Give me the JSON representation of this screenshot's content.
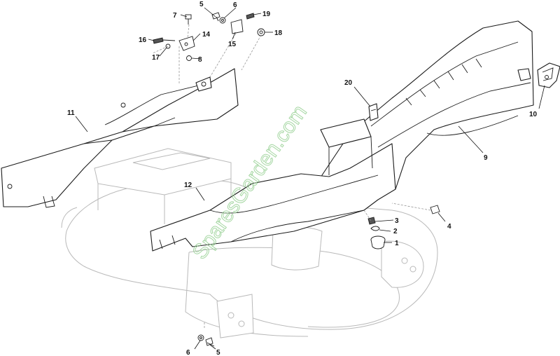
{
  "diagram": {
    "watermark": "SparesGarden.com",
    "callouts": {
      "c1": "1",
      "c2": "2",
      "c3": "3",
      "c4": "4",
      "c5_top": "5",
      "c5_bottom": "5",
      "c6_top": "6",
      "c6_bottom": "6",
      "c7": "7",
      "c8": "8",
      "c9": "9",
      "c10": "10",
      "c11": "11",
      "c12": "12",
      "c14": "14",
      "c15": "15",
      "c16": "16",
      "c17": "17",
      "c18": "18",
      "c19": "19",
      "c20": "20"
    }
  }
}
